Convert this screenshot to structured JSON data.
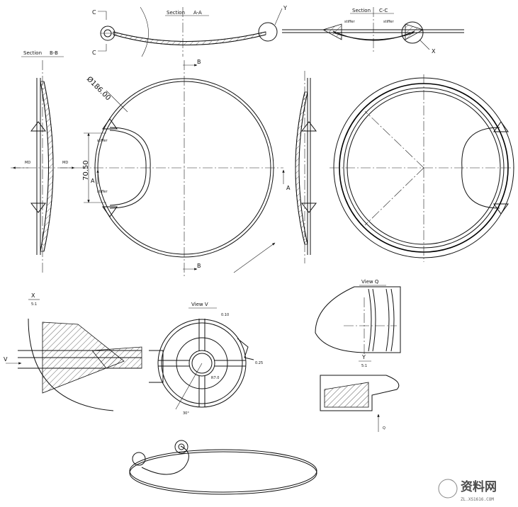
{
  "sections": {
    "aa": {
      "title": "Section",
      "name": "A-A",
      "marker": "Y"
    },
    "cc": {
      "title": "Section",
      "name": "C-C",
      "marker": "X",
      "stiffener_a": "stiffer",
      "stiffener_b": "stiffer"
    },
    "bb": {
      "title": "Section",
      "name": "B-B"
    }
  },
  "cut_markers": {
    "c": "C",
    "b": "B",
    "a": "A"
  },
  "dimensions": {
    "diameter": "Ø186.00",
    "height": "70.50"
  },
  "front_view": {
    "stiffener_top": "stiffer",
    "stiffener_bottom": "stiffer"
  },
  "side_view": {
    "md_left": "MD",
    "md_right": "MD"
  },
  "details": {
    "x": {
      "name": "X",
      "scale": "5:1",
      "arrow_label": "V"
    },
    "v": {
      "name": "View V",
      "dim_1": "0.10",
      "dim_2": "0.25",
      "dim_3": "R7.0",
      "angle": "30°"
    },
    "y": {
      "name": "Y",
      "scale": "5:1",
      "arrow_label": "Q"
    },
    "q": {
      "name": "View Q"
    }
  },
  "watermark": {
    "brand": "资料网",
    "url": "ZL.XS1616.COM"
  }
}
